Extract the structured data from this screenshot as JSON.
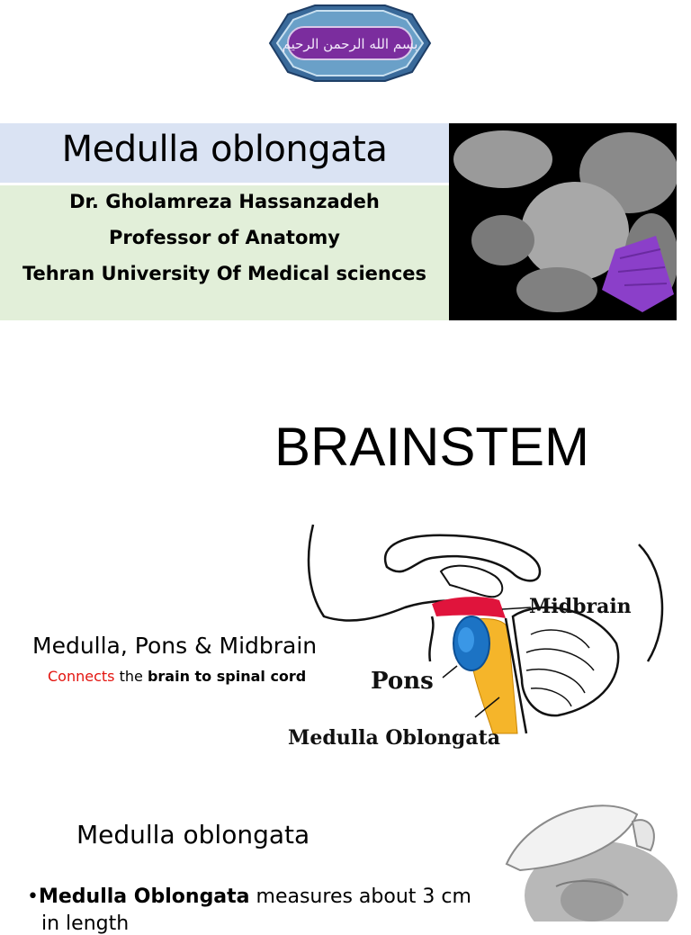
{
  "slide1": {
    "ornament_text": "بسم الله الرحمن الرحيم",
    "title": "Medulla oblongata",
    "author_lines": [
      "Dr. Gholamreza Hassanzadeh",
      "Professor of Anatomy",
      "Tehran University Of Medical sciences"
    ]
  },
  "slide2": {
    "title": "BRAINSTEM",
    "subtitle": "Medulla, Pons & Midbrain",
    "caption": {
      "verb": "Connects",
      "middle": " the ",
      "bold": "brain to spinal cord"
    },
    "diagram_labels": {
      "midbrain": "Midbrain",
      "pons": "Pons",
      "medulla": "Medulla Oblongata"
    }
  },
  "slide3": {
    "heading": "Medulla oblongata",
    "bullet_bold": "Medulla Oblongata",
    "bullet_rest": " measures about 3 cm",
    "bullet_cont": "in length"
  },
  "colors": {
    "title_band": "#dae3f3",
    "author_band": "#e2efd9",
    "caption_red": "#e3140f",
    "midbrain_red": "#e0143c",
    "pons_blue": "#1c73c4",
    "medulla_yellow": "#f5b52a",
    "medulla_purple": "#8b3fc9"
  }
}
